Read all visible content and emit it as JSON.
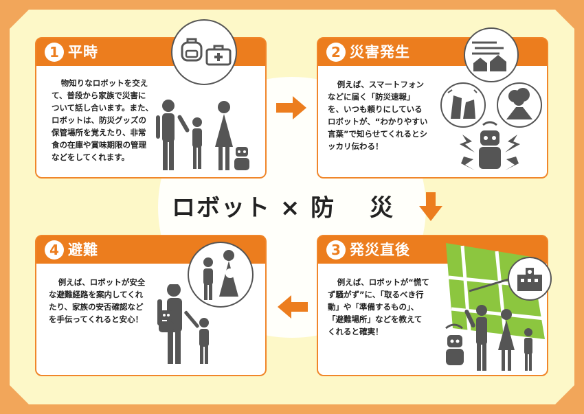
{
  "center_title": "ロボット × 防　 災",
  "colors": {
    "accent": "#ec7d1e",
    "frame": "#f2a65a",
    "background": "#fdf8c8",
    "icon": "#555555",
    "map": "#8cc63f"
  },
  "steps": [
    {
      "num": "1",
      "title": "平時",
      "body": "物知りなロボットを交えて、普段から家族で災害について話し合います。また、ロボットは、防災グッズの保管場所を覚えたり、非常食の在庫や賞味期限の管理などをしてくれます。",
      "icons": [
        "backpack-icon",
        "first-aid-kit-icon",
        "family-icon",
        "robot-icon"
      ]
    },
    {
      "num": "2",
      "title": "災害発生",
      "body": "例えば、スマートフォンなどに届く「防災速報」を、いつも頼りにしているロボットが、“わかりやすい言葉”で知らせてくれるとシッカリ伝わる！",
      "icons": [
        "storm-icon",
        "collapsed-building-icon",
        "volcano-icon",
        "alert-robot-icon"
      ]
    },
    {
      "num": "3",
      "title": "発災直後",
      "body": "例えば、ロボットが“慌てず騒がず”に、「取るべき行動」や「準備するもの」、「避難場所」などを教えてくれると確実！",
      "icons": [
        "map-icon",
        "school-icon",
        "family-icon",
        "robot-icon"
      ]
    },
    {
      "num": "4",
      "title": "避難",
      "body": "例えば、ロボットが安全な避難経路を案内してくれたり、家族の安否確認などを手伝ってくれると安心！",
      "icons": [
        "mother-child-icon",
        "father-robot-icon"
      ]
    }
  ]
}
